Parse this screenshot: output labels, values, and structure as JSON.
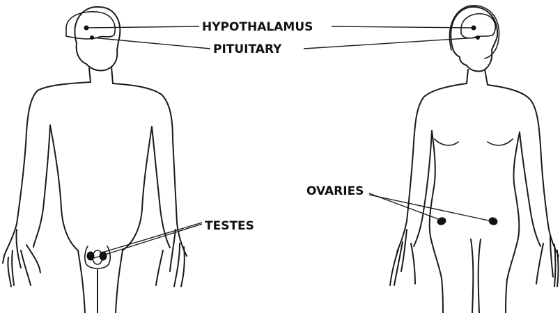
{
  "labels": {
    "hypothalamus": "HYPOTHALAMUS",
    "pituitary": "PITUITARY",
    "testes": "TESTES",
    "ovaries": "OVARIES"
  },
  "colors": {
    "line": "#1a1a1a",
    "background": "#ffffff"
  }
}
